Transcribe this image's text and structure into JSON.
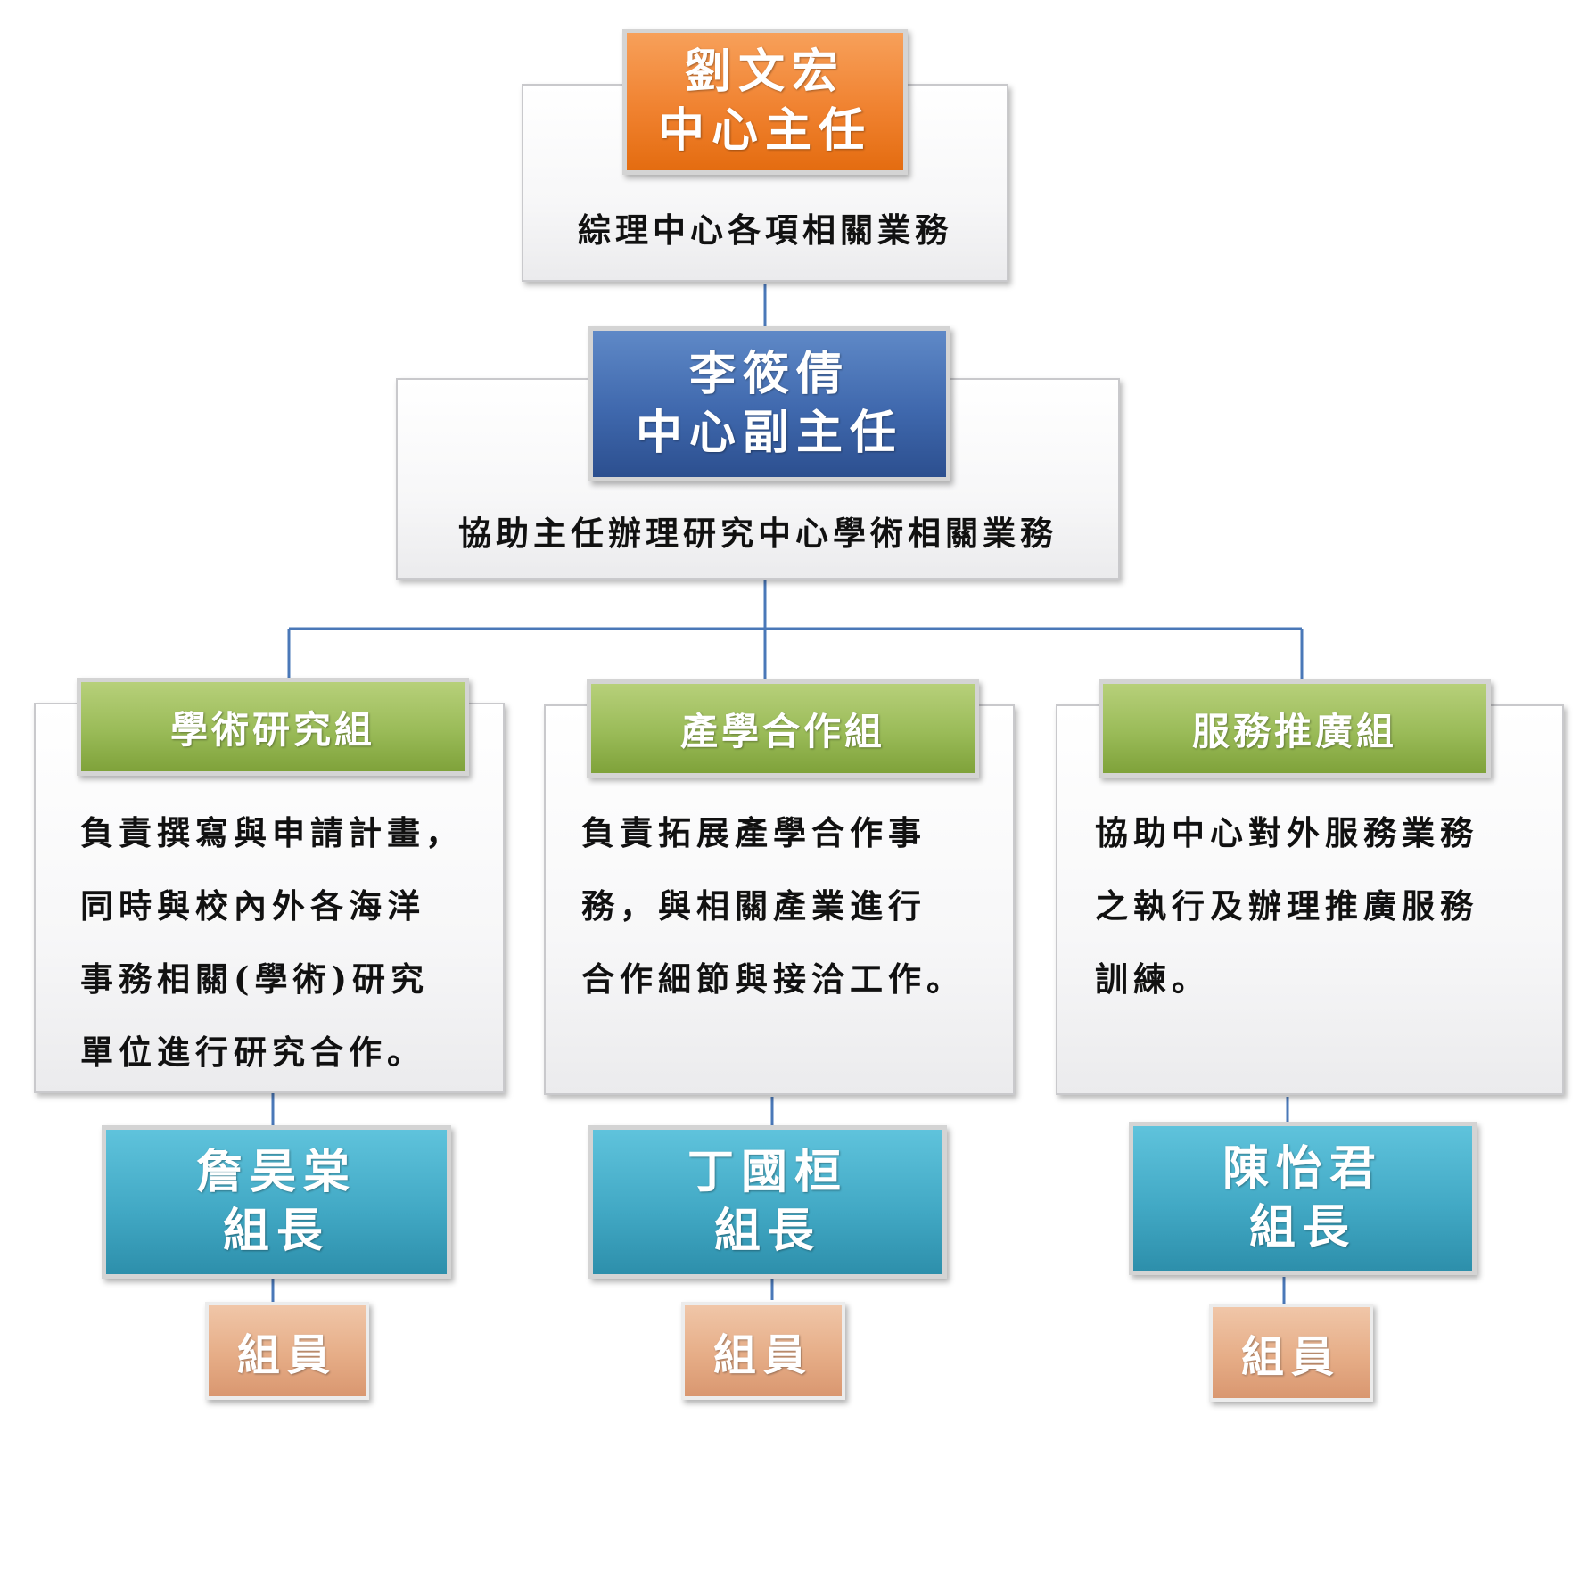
{
  "director": {
    "name": "劉文宏",
    "title": "中心主任",
    "duty": "綜理中心各項相關業務"
  },
  "deputy": {
    "name": "李筱倩",
    "title": "中心副主任",
    "duty": "協助主任辦理研究中心學術相關業務"
  },
  "groups": [
    {
      "title": "學術研究組",
      "duty_lines": [
        "負責撰寫與申請計畫，",
        "同時與校內外各海洋",
        "事務相關(學術)研究",
        "單位進行研究合作。"
      ],
      "leader_name": "詹昊棠",
      "leader_title": "組長",
      "member_label": "組員"
    },
    {
      "title": "產學合作組",
      "duty_lines": [
        "負責拓展產學合作事",
        "務，與相關產業進行",
        "合作細節與接洽工作。"
      ],
      "leader_name": "丁國桓",
      "leader_title": "組長",
      "member_label": "組員"
    },
    {
      "title": "服務推廣組",
      "duty_lines": [
        "協助中心對外服務業務",
        "之執行及辦理推廣服務",
        "訓練。"
      ],
      "leader_name": "陳怡君",
      "leader_title": "組長",
      "member_label": "組員"
    }
  ],
  "colors": {
    "director_header": "#f08230",
    "deputy_header": "#3f68ad",
    "group_header": "#9abb58",
    "leader_header": "#42a9c5",
    "member_box": "#e6ad87",
    "connector": "#4a78b8"
  }
}
